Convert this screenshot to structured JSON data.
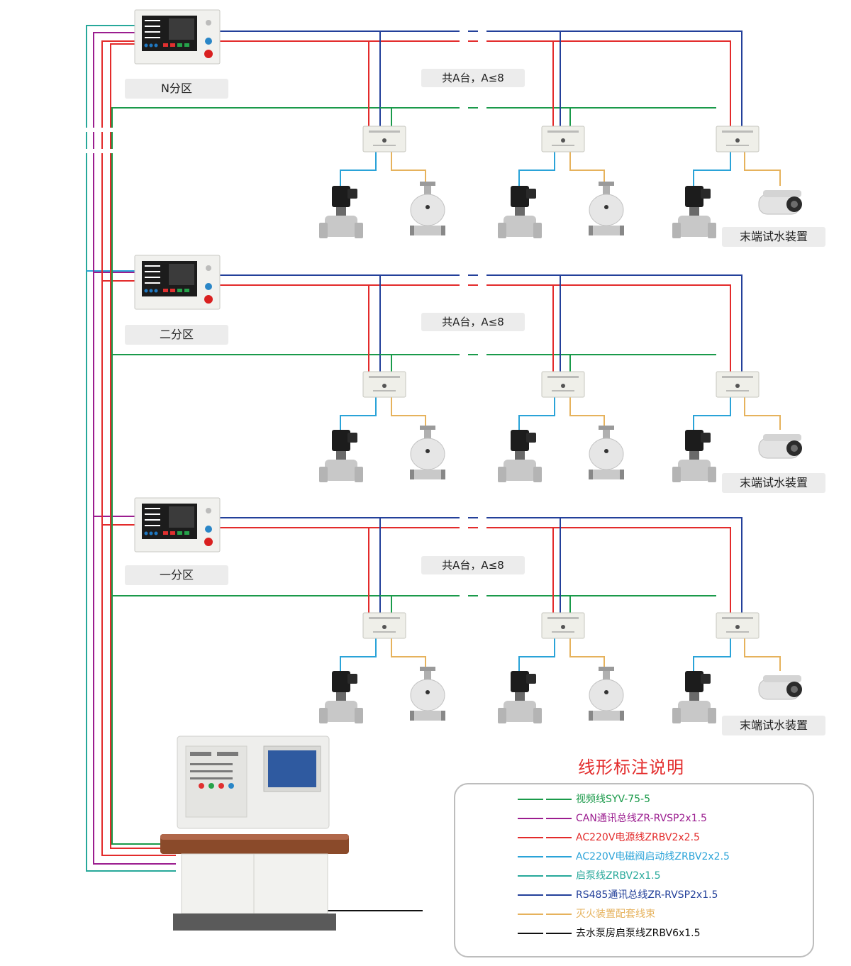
{
  "zones": [
    {
      "label": "N分区",
      "count_label": "共A台，A≤8",
      "end_label": "末端试水装置"
    },
    {
      "label": "二分区",
      "count_label": "共A台，A≤8",
      "end_label": "末端试水装置"
    },
    {
      "label": "一分区",
      "count_label": "共A台，A≤8",
      "end_label": "末端试水装置"
    }
  ],
  "legend": {
    "title": "线形标注说明",
    "items": [
      {
        "label": "视频线SYV-75-5",
        "color": "#1a9a4a"
      },
      {
        "label": "CAN通讯总线ZR-RVSP2x1.5",
        "color": "#9b1d8f"
      },
      {
        "label": "AC220V电源线ZRBV2x2.5",
        "color": "#e32b2b"
      },
      {
        "label": "AC220V电磁阀启动线ZRBV2x2.5",
        "color": "#2aa3d8"
      },
      {
        "label": "启泵线ZRBV2x1.5",
        "color": "#27a89a"
      },
      {
        "label": "RS485通讯总线ZR-RVSP2x1.5",
        "color": "#23409a"
      },
      {
        "label": "灭火装置配套线束",
        "color": "#e6b25c"
      },
      {
        "label": "去水泵房启泵线ZRBV6x1.5",
        "color": "#111111"
      }
    ]
  }
}
